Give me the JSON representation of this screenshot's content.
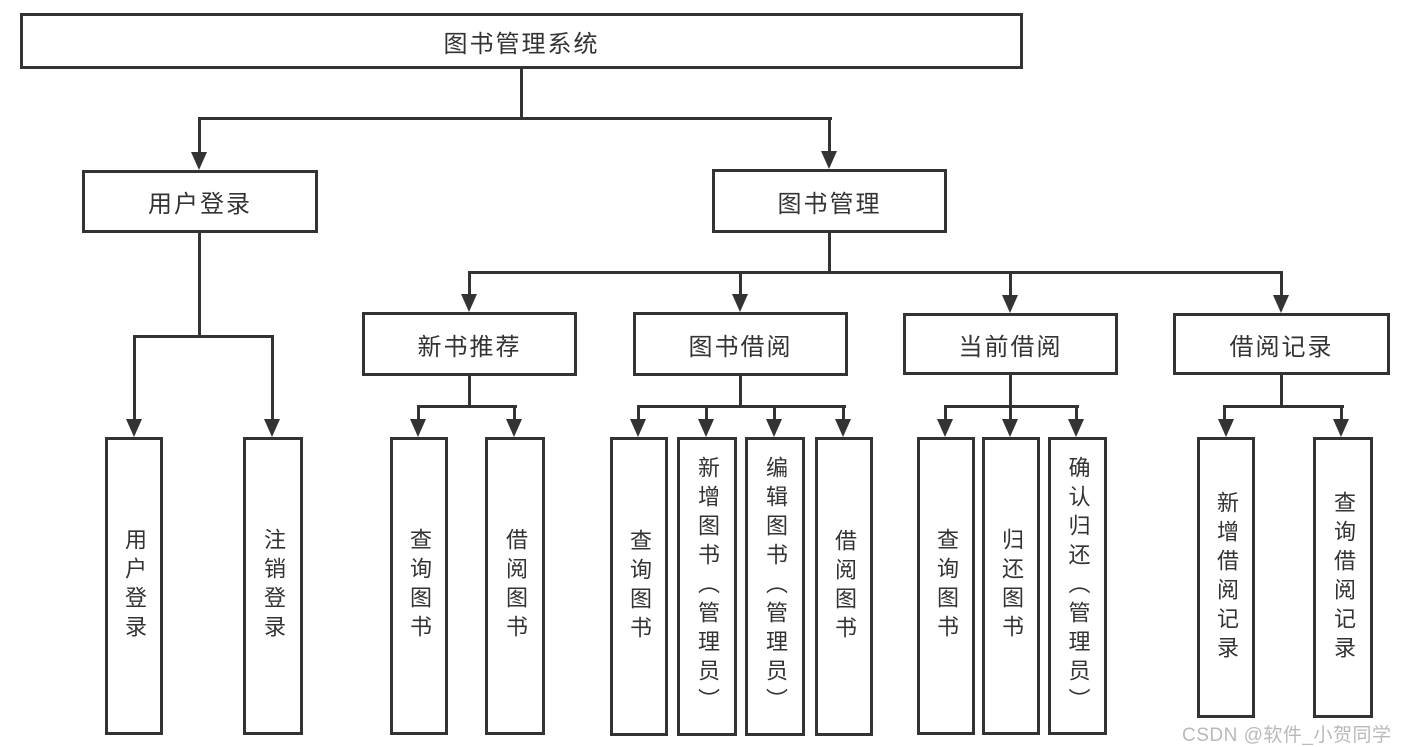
{
  "diagram": {
    "watermark": "CSDN @软件_小贺同学",
    "colors": {
      "line": "#333333",
      "box_border": "#333333",
      "text": "#333333",
      "watermark": "#b9b9b9",
      "background": "#ffffff"
    },
    "nodes": {
      "root": "图书管理系统",
      "user_login": "用户登录",
      "book_mgmt": "图书管理",
      "new_book_rec": "新书推荐",
      "book_borrow": "图书借阅",
      "current_borrow": "当前借阅",
      "borrow_record": "借阅记录",
      "leaf_user_login": "用户登录",
      "leaf_logout": "注销登录",
      "leaf_query_book_1": "查询图书",
      "leaf_borrow_book_1": "借阅图书",
      "leaf_query_book_2": "查询图书",
      "leaf_add_book": "新增图书（管理员）",
      "leaf_edit_book": "编辑图书（管理员）",
      "leaf_borrow_book_2": "借阅图书",
      "leaf_query_book_3": "查询图书",
      "leaf_return_book": "归还图书",
      "leaf_confirm_return": "确认归还（管理员）",
      "leaf_add_record": "新增借阅记录",
      "leaf_query_record": "查询借阅记录"
    },
    "tree": {
      "label": "图书管理系统",
      "children": [
        {
          "label": "用户登录",
          "children": [
            {
              "label": "用户登录"
            },
            {
              "label": "注销登录"
            }
          ]
        },
        {
          "label": "图书管理",
          "children": [
            {
              "label": "新书推荐",
              "children": [
                {
                  "label": "查询图书"
                },
                {
                  "label": "借阅图书"
                }
              ]
            },
            {
              "label": "图书借阅",
              "children": [
                {
                  "label": "查询图书"
                },
                {
                  "label": "新增图书（管理员）"
                },
                {
                  "label": "编辑图书（管理员）"
                },
                {
                  "label": "借阅图书"
                }
              ]
            },
            {
              "label": "当前借阅",
              "children": [
                {
                  "label": "查询图书"
                },
                {
                  "label": "归还图书"
                },
                {
                  "label": "确认归还（管理员）"
                }
              ]
            },
            {
              "label": "借阅记录",
              "children": [
                {
                  "label": "新增借阅记录"
                },
                {
                  "label": "查询借阅记录"
                }
              ]
            }
          ]
        }
      ]
    }
  }
}
